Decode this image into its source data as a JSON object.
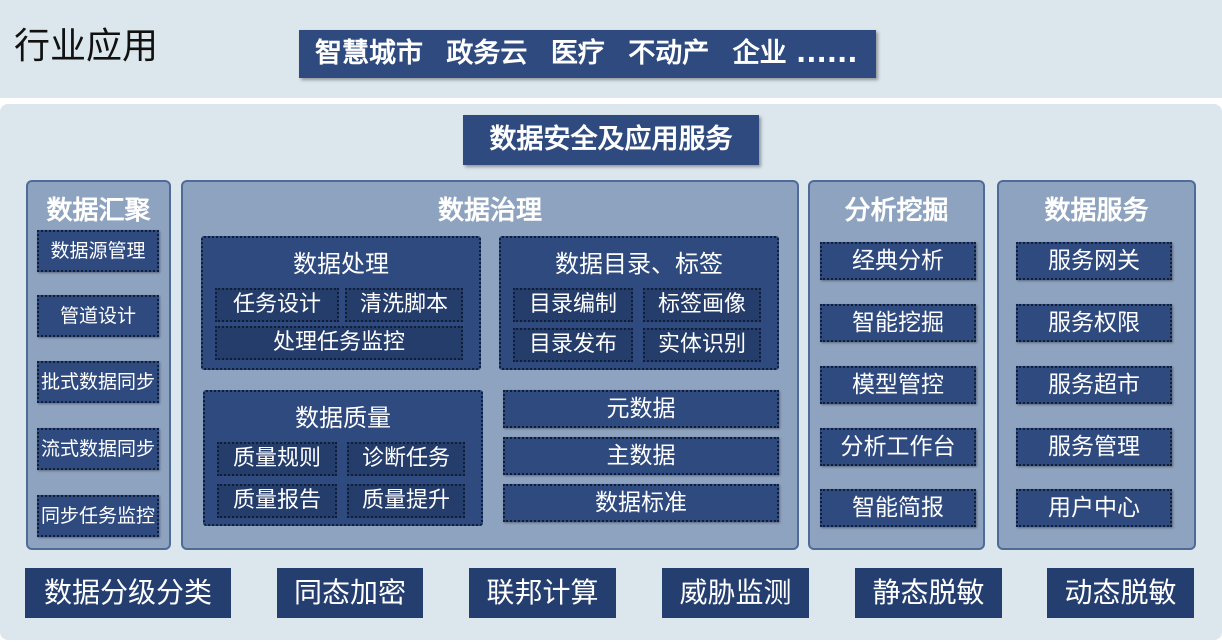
{
  "industry": {
    "title": "行业应用",
    "items": [
      "智慧城市",
      "政务云",
      "医疗",
      "不动产",
      "企业 ......"
    ]
  },
  "main_title": "数据安全及应用服务",
  "aggregation": {
    "title": "数据汇聚",
    "items": [
      "数据源管理",
      "管道设计",
      "批式数据同步",
      "流式数据同步",
      "同步任务监控"
    ]
  },
  "governance": {
    "title": "数据治理",
    "processing": {
      "title": "数据处理",
      "items": [
        "任务设计",
        "清洗脚本",
        "处理任务监控"
      ]
    },
    "catalog": {
      "title": "数据目录、标签",
      "items": [
        "目录编制",
        "标签画像",
        "目录发布",
        "实体识别"
      ]
    },
    "quality": {
      "title": "数据质量",
      "items": [
        "质量规则",
        "诊断任务",
        "质量报告",
        "质量提升"
      ]
    },
    "others": [
      "元数据",
      "主数据",
      "数据标准"
    ]
  },
  "analysis": {
    "title": "分析挖掘",
    "items": [
      "经典分析",
      "智能挖掘",
      "模型管控",
      "分析工作台",
      "智能简报"
    ]
  },
  "services": {
    "title": "数据服务",
    "items": [
      "服务网关",
      "服务权限",
      "服务超市",
      "服务管理",
      "用户中心"
    ]
  },
  "security": [
    "数据分级分类",
    "同态加密",
    "联邦计算",
    "威胁监测",
    "静态脱敏",
    "动态脱敏"
  ]
}
